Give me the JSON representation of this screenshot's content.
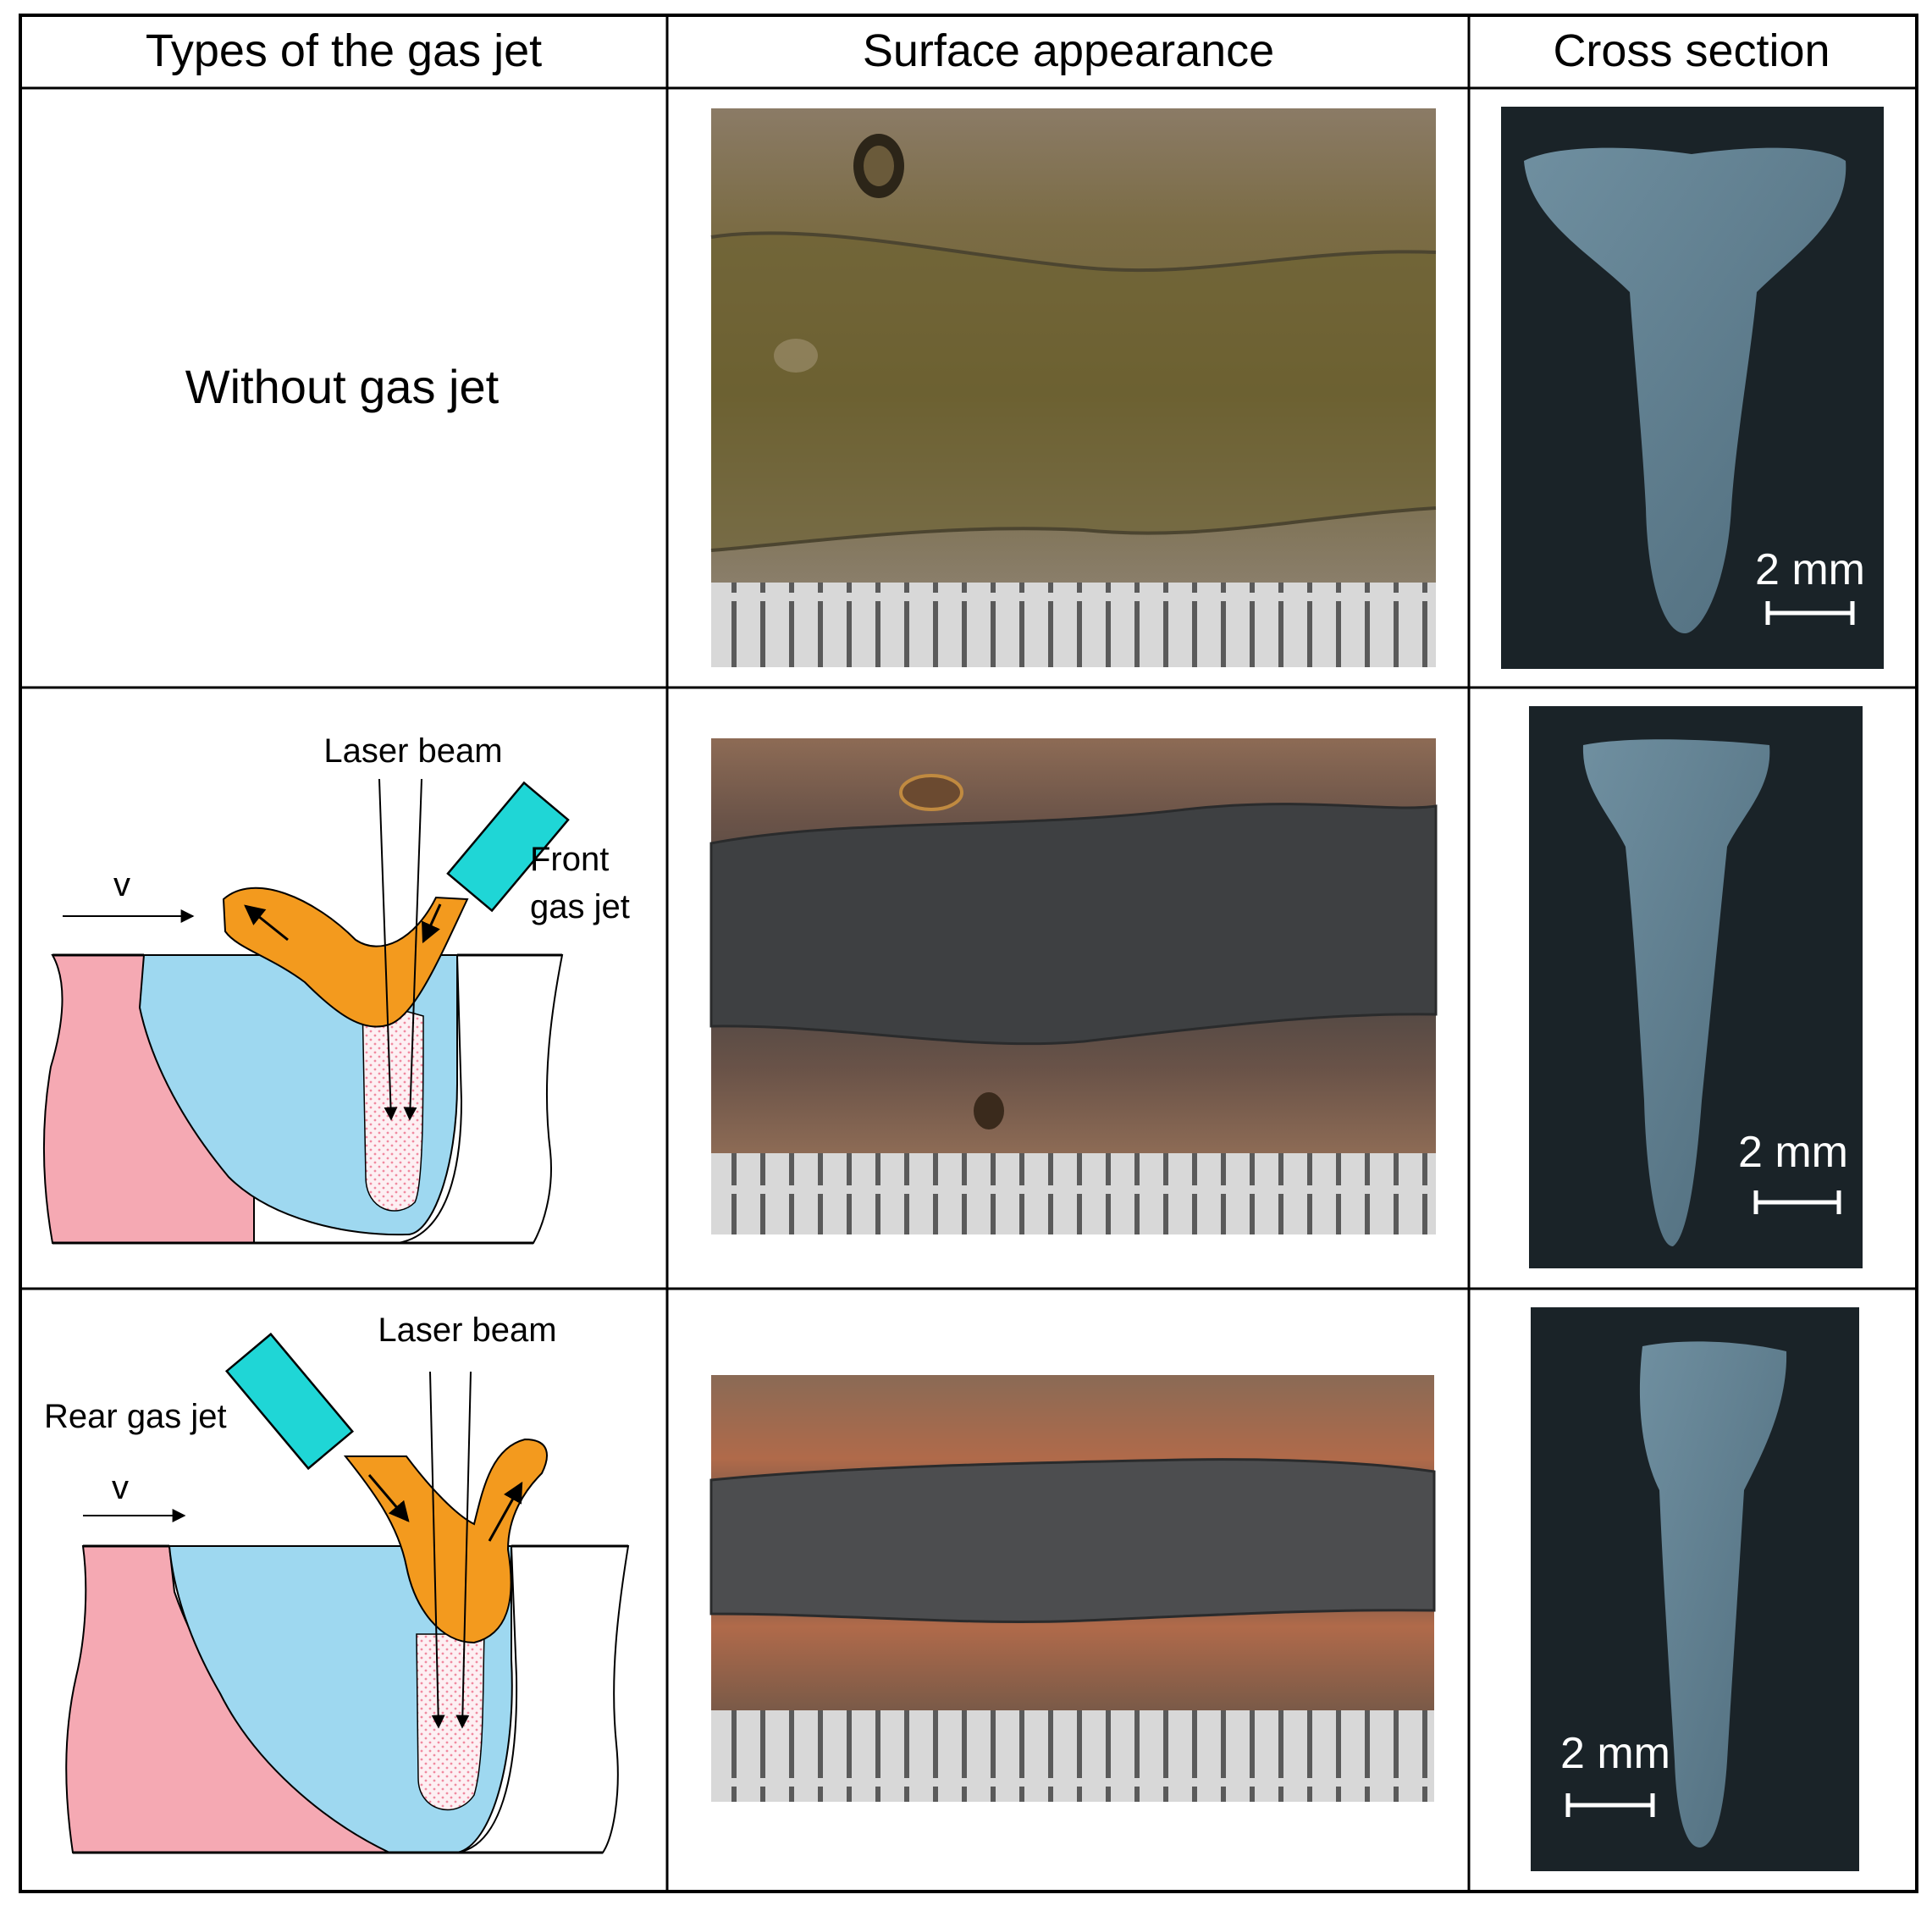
{
  "table": {
    "headers": [
      "Types of the gas jet",
      "Surface appearance",
      "Cross section"
    ],
    "rows": [
      {
        "type_label": "Without gas jet",
        "scale_bar": "2 mm"
      },
      {
        "diagram_labels": {
          "laser": "Laser beam",
          "jet_line1": "Front",
          "jet_line2": "gas jet",
          "velocity": "v"
        },
        "scale_bar": "2 mm"
      },
      {
        "diagram_labels": {
          "laser": "Laser beam",
          "jet": "Rear gas jet",
          "velocity": "v"
        },
        "scale_bar": "2 mm"
      }
    ]
  },
  "colors": {
    "solid_metal": "#f5a9b3",
    "melt_pool": "#9ed8f0",
    "gas_plume": "#f39a1e",
    "nozzle": "#1fd6d6",
    "keyhole": "#fdf0f3"
  }
}
